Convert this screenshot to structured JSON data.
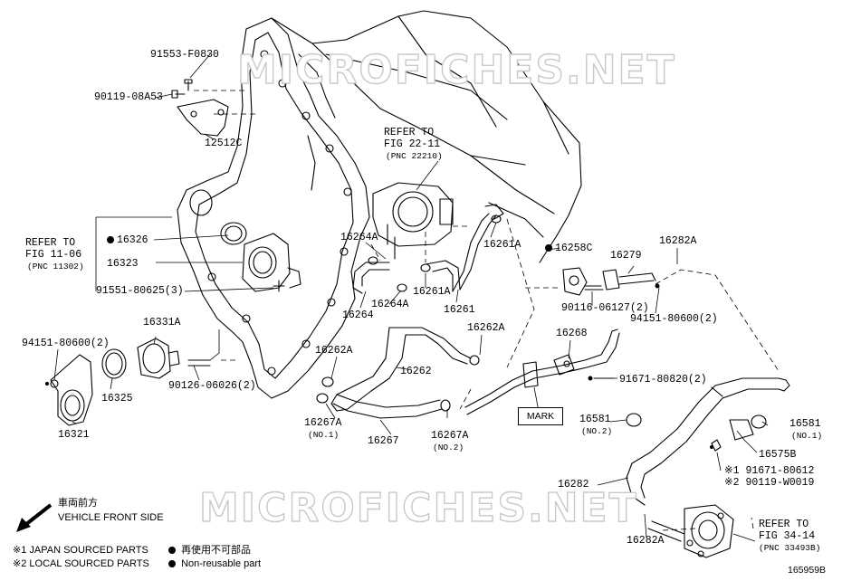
{
  "watermark": "MICROFICHES.NET",
  "figure_id": "165959B",
  "front_side": {
    "jp": "車両前方",
    "en": "VEHICLE FRONT SIDE"
  },
  "legend": {
    "japan": "※1 JAPAN SOURCED PARTS",
    "local": "※2 LOCAL SOURCED PARTS",
    "nonreuse_jp": "再使用不可部品",
    "nonreuse_en": "Non-reusable part"
  },
  "mark_label": "MARK",
  "refs": {
    "fig22": {
      "l1": "REFER TO",
      "l2": "FIG 22-11",
      "l3": "(PNC 22210)"
    },
    "fig11": {
      "l1": "REFER TO",
      "l2": "FIG 11-06",
      "l3": "(PNC 11302)"
    },
    "fig34": {
      "l1": "REFER TO",
      "l2": "FIG 34-14",
      "l3": "(PNC 33493B)"
    }
  },
  "parts": {
    "p91553": "91553-F0830",
    "p90119a": "90119-08A53",
    "p12512c": "12512C",
    "p16326": "16326",
    "p16323": "16323",
    "p91551": "91551-80625(3)",
    "p16331a": "16331A",
    "p94151a": "94151-80600(2)",
    "p16325": "16325",
    "p16321": "16321",
    "p90126": "90126-06026(2)",
    "p16264a_1": "16264A",
    "p16264": "16264",
    "p16264a_2": "16264A",
    "p16261a_1": "16261A",
    "p16261a_2": "16261A",
    "p16261": "16261",
    "p16262a_1": "16262A",
    "p16262": "16262",
    "p16262a_2": "16262A",
    "p16267a_1": "16267A",
    "p16267a_1_note": "(NO.1)",
    "p16267": "16267",
    "p16267a_2": "16267A",
    "p16267a_2_note": "(NO.2)",
    "p16268": "16268",
    "p91671a": "91671-80820(2)",
    "p16258c": "16258C",
    "p16279": "16279",
    "p16282a_1": "16282A",
    "p90116": "90116-06127(2)",
    "p94151b": "94151-80600(2)",
    "p16581_2": "16581",
    "p16581_2_note": "(NO.2)",
    "p16581_1": "16581",
    "p16581_1_note": "(NO.1)",
    "p16575b": "16575B",
    "p91671b": "※1 91671-80612",
    "p90119b": "※2 90119-W0019",
    "p16282": "16282",
    "p16282a_2": "16282A"
  }
}
